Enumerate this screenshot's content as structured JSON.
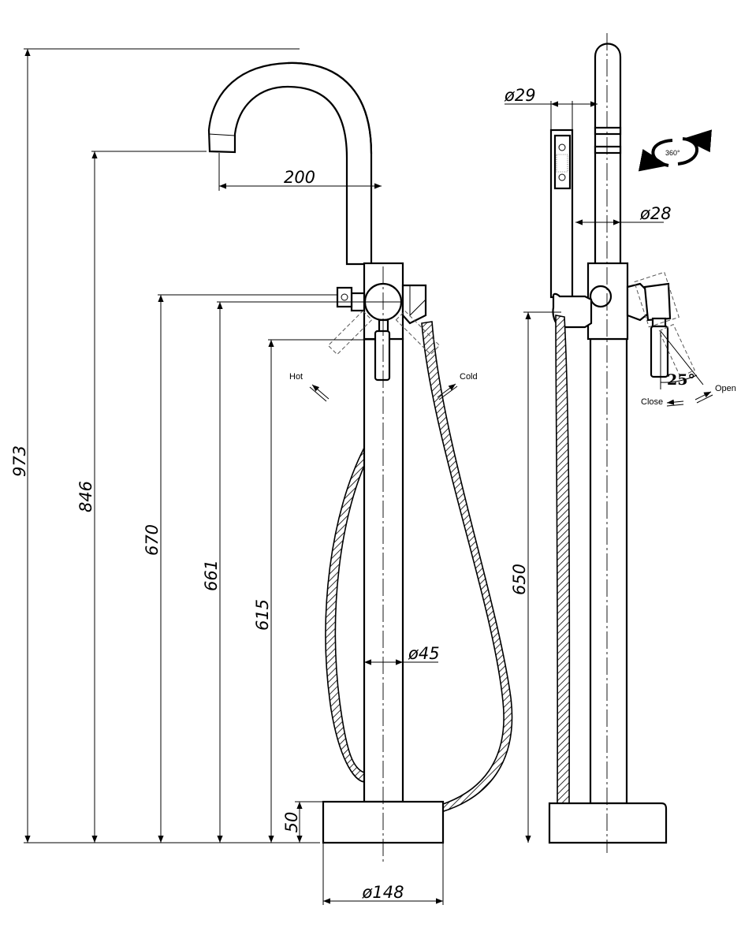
{
  "dimensions": {
    "total_height": "973",
    "spout_height": "846",
    "hot_handle_height": "670",
    "valve_center_height": "661",
    "handle_tip_height": "615",
    "base_height": "50",
    "base_diameter": "ø148",
    "spout_reach": "200",
    "column_diameter": "ø45",
    "handshower_diameter": "ø29",
    "side_column_diameter": "ø28",
    "holder_height": "650"
  },
  "labels": {
    "hot": "Hot",
    "cold": "Cold",
    "close": "Close",
    "open": "Open",
    "rotation": "360°",
    "handle_angle": "25°"
  }
}
